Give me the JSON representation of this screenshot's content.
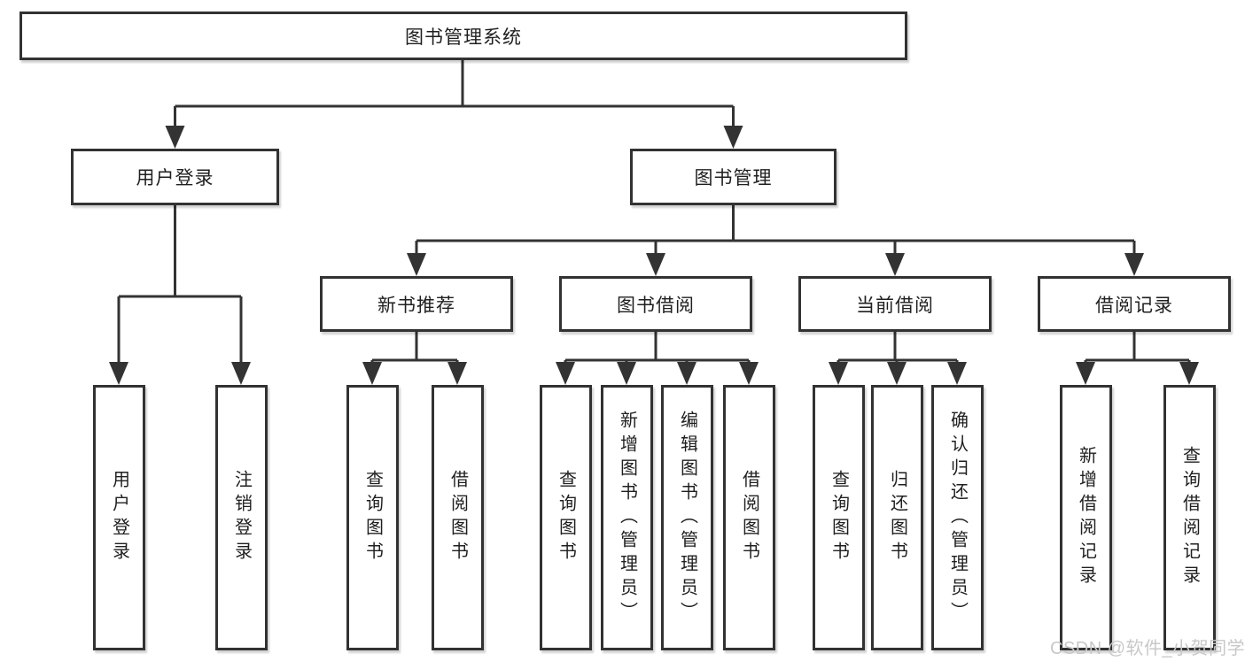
{
  "diagram": {
    "root": {
      "label": "图书管理系统"
    },
    "branches": [
      {
        "id": "user-login",
        "label": "用户登录",
        "leaves": [
          {
            "label": "用户登录"
          },
          {
            "label": "注销登录"
          }
        ]
      },
      {
        "id": "book-management",
        "label": "图书管理",
        "groups": [
          {
            "id": "new-book-recommend",
            "label": "新书推荐",
            "leaves": [
              {
                "label": "查询图书"
              },
              {
                "label": "借阅图书"
              }
            ]
          },
          {
            "id": "book-borrow",
            "label": "图书借阅",
            "leaves": [
              {
                "label": "查询图书"
              },
              {
                "label": "新增图书（管理员）"
              },
              {
                "label": "编辑图书（管理员）"
              },
              {
                "label": "借阅图书"
              }
            ]
          },
          {
            "id": "current-borrow",
            "label": "当前借阅",
            "leaves": [
              {
                "label": "查询图书"
              },
              {
                "label": "归还图书"
              },
              {
                "label": "确认归还（管理员）"
              }
            ]
          },
          {
            "id": "borrow-records",
            "label": "借阅记录",
            "leaves": [
              {
                "label": "新增借阅记录"
              },
              {
                "label": "查询借阅记录"
              }
            ]
          }
        ]
      }
    ]
  },
  "watermark": {
    "text": "CSDN @软件_小贺同学"
  },
  "colors": {
    "line": "#333333",
    "border": "#323232",
    "fill": "#ffffff",
    "text": "#1f1f1f",
    "watermark": "#c8c8c8"
  }
}
